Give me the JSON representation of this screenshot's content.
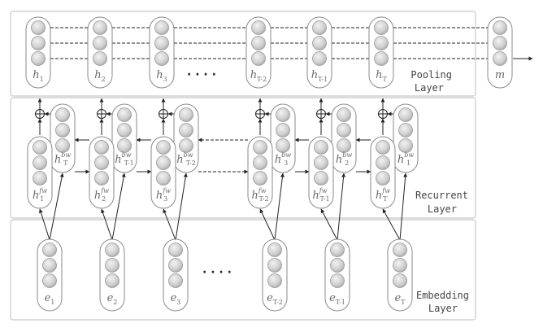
{
  "layers": {
    "pooling": {
      "line1": "Pooling",
      "line2": "Layer"
    },
    "recurrent": {
      "line1": "Recurrent",
      "line2": "Layer"
    },
    "embedding": {
      "line1": "Embedding",
      "line2": "Layer"
    }
  },
  "pooling_nodes": [
    {
      "base": "h",
      "sub": "1"
    },
    {
      "base": "h",
      "sub": "2"
    },
    {
      "base": "h",
      "sub": "3"
    },
    {
      "base": "h",
      "sub": "T-2"
    },
    {
      "base": "h",
      "sub": "T-1"
    },
    {
      "base": "h",
      "sub": "T"
    }
  ],
  "output_node": {
    "base": "m"
  },
  "forward_nodes": [
    {
      "base": "h",
      "sup": "fw",
      "sub": "1"
    },
    {
      "base": "h",
      "sup": "fw",
      "sub": "2"
    },
    {
      "base": "h",
      "sup": "fw",
      "sub": "3"
    },
    {
      "base": "h",
      "sup": "fw",
      "sub": "T-2"
    },
    {
      "base": "h",
      "sup": "fw",
      "sub": "T-1"
    },
    {
      "base": "h",
      "sup": "fw",
      "sub": "T"
    }
  ],
  "backward_nodes": [
    {
      "base": "h",
      "sup": "bw",
      "sub": "T"
    },
    {
      "base": "h",
      "sup": "bw",
      "sub": "T-1"
    },
    {
      "base": "h",
      "sup": "bw",
      "sub": "T-2"
    },
    {
      "base": "h",
      "sup": "bw",
      "sub": "3"
    },
    {
      "base": "h",
      "sup": "bw",
      "sub": "2"
    },
    {
      "base": "h",
      "sup": "bw",
      "sub": "1"
    }
  ],
  "embedding_nodes": [
    {
      "base": "e",
      "sub": "1"
    },
    {
      "base": "e",
      "sub": "2"
    },
    {
      "base": "e",
      "sub": "3"
    },
    {
      "base": "e",
      "sub": "T-2"
    },
    {
      "base": "e",
      "sub": "T-1"
    },
    {
      "base": "e",
      "sub": "T"
    }
  ],
  "ellipsis": "· · · ·",
  "combine_symbol": "⊕",
  "units_per_node": 3
}
